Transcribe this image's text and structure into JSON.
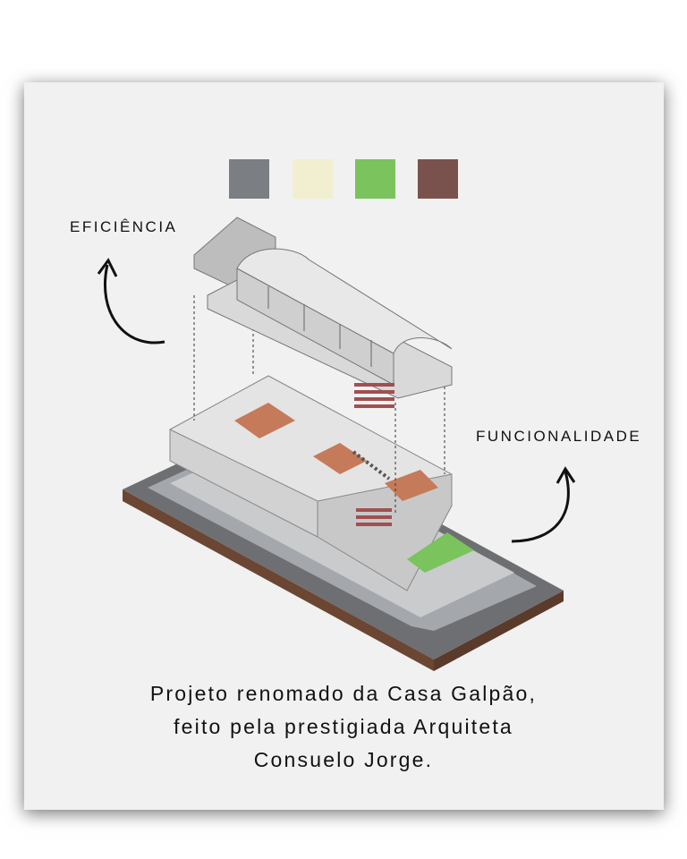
{
  "palette": [
    {
      "name": "gray",
      "color": "#7b7e82"
    },
    {
      "name": "cream",
      "color": "#f1efd0"
    },
    {
      "name": "green",
      "color": "#7bc35d"
    },
    {
      "name": "brown",
      "color": "#7a524d"
    }
  ],
  "labels": {
    "left": "EFICIÊNCIA",
    "right": "FUNCIONALIDADE"
  },
  "caption": {
    "line1": "Projeto renomado da Casa Galpão,",
    "line2": "feito pela prestigiada Arquiteta",
    "line3": "Consuelo Jorge."
  }
}
